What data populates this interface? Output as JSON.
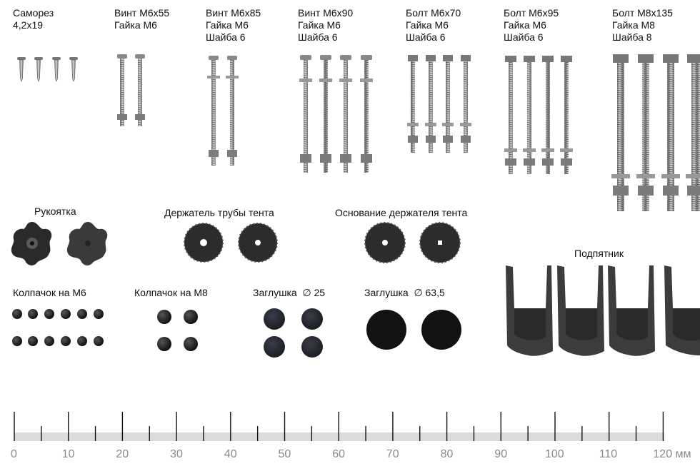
{
  "fasteners": [
    {
      "line1": "Саморез",
      "line2": "4,2x19",
      "line3": ""
    },
    {
      "line1": "Винт М6х55",
      "line2": "Гайка М6",
      "line3": ""
    },
    {
      "line1": "Винт М6х85",
      "line2": "Гайка М6",
      "line3": "Шайба 6"
    },
    {
      "line1": "Винт М6х90",
      "line2": "Гайка М6",
      "line3": "Шайба 6"
    },
    {
      "line1": "Болт М6х70",
      "line2": "Гайка М6",
      "line3": "Шайба 6"
    },
    {
      "line1": "Болт М6х95",
      "line2": "Гайка М6",
      "line3": "Шайба 6"
    },
    {
      "line1": "Болт М8х135",
      "line2": "Гайка М8",
      "line3": "Шайба 8"
    }
  ],
  "parts": {
    "handle": "Рукоятка",
    "pipe_holder": "Держатель трубы тента",
    "holder_base": "Основание держателя тента",
    "foot": "Подпятник",
    "cap_m6": "Колпачок на М6",
    "cap_m8": "Колпачок на М8",
    "plug_25": "Заглушка  ∅ 25",
    "plug_63": "Заглушка  ∅ 63,5"
  },
  "ruler": {
    "labels": [
      "0",
      "10",
      "20",
      "30",
      "40",
      "50",
      "60",
      "70",
      "80",
      "90",
      "100",
      "110",
      "120 мм"
    ]
  },
  "colors": {
    "metal": "#a9a9a9",
    "plastic": "#2b2b2b",
    "ruler_bar": "#dcdcdc",
    "ruler_text": "#8a8a8a"
  }
}
